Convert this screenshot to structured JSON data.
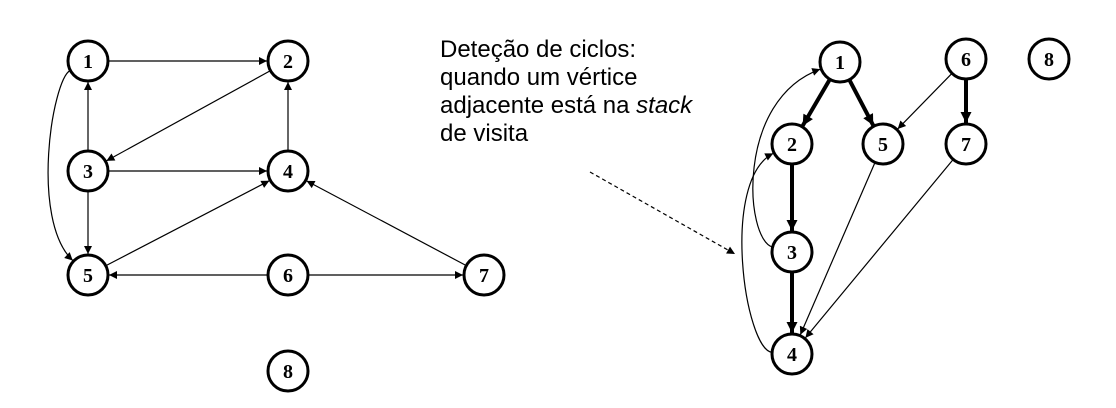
{
  "left_graph": {
    "nodes": [
      {
        "id": "1",
        "label": "1"
      },
      {
        "id": "2",
        "label": "2"
      },
      {
        "id": "3",
        "label": "3"
      },
      {
        "id": "4",
        "label": "4"
      },
      {
        "id": "5",
        "label": "5"
      },
      {
        "id": "6",
        "label": "6"
      },
      {
        "id": "7",
        "label": "7"
      },
      {
        "id": "8",
        "label": "8"
      }
    ],
    "edges": [
      {
        "from": "1",
        "to": "2"
      },
      {
        "from": "2",
        "to": "3"
      },
      {
        "from": "3",
        "to": "1"
      },
      {
        "from": "3",
        "to": "4"
      },
      {
        "from": "4",
        "to": "2"
      },
      {
        "from": "3",
        "to": "5"
      },
      {
        "from": "1",
        "to": "5"
      },
      {
        "from": "5",
        "to": "4"
      },
      {
        "from": "6",
        "to": "5"
      },
      {
        "from": "6",
        "to": "7"
      },
      {
        "from": "7",
        "to": "4"
      }
    ]
  },
  "right_tree": {
    "nodes": [
      {
        "id": "1",
        "label": "1"
      },
      {
        "id": "2",
        "label": "2"
      },
      {
        "id": "3",
        "label": "3"
      },
      {
        "id": "4",
        "label": "4"
      },
      {
        "id": "5",
        "label": "5"
      },
      {
        "id": "6",
        "label": "6"
      },
      {
        "id": "7",
        "label": "7"
      },
      {
        "id": "8",
        "label": "8"
      }
    ],
    "tree_edges": [
      {
        "from": "1",
        "to": "2"
      },
      {
        "from": "1",
        "to": "5"
      },
      {
        "from": "2",
        "to": "3"
      },
      {
        "from": "3",
        "to": "4"
      },
      {
        "from": "6",
        "to": "7"
      }
    ],
    "other_edges": [
      {
        "from": "3",
        "to": "1"
      },
      {
        "from": "4",
        "to": "2"
      },
      {
        "from": "5",
        "to": "4"
      },
      {
        "from": "6",
        "to": "5"
      },
      {
        "from": "7",
        "to": "4"
      }
    ]
  },
  "caption": {
    "line1": "Deteção de ciclos:",
    "line2": "quando um vértice",
    "line3_pre": "adjacente está na ",
    "line3_em": "stack",
    "line4": "de visita"
  }
}
